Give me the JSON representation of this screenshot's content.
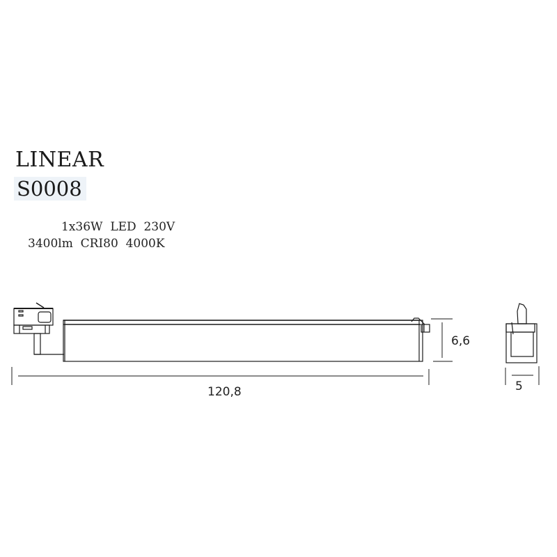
{
  "product": {
    "name": "LINEAR",
    "code": "S0008",
    "specs_line1": "1x36W  LED  230V",
    "specs_line2": "3400lm  CRI80  4000K"
  },
  "dimensions": {
    "length": "120,8",
    "height": "6,6",
    "width": "5"
  },
  "colors": {
    "line": "#1a1a1a",
    "code_bg": "#eef3f8"
  }
}
